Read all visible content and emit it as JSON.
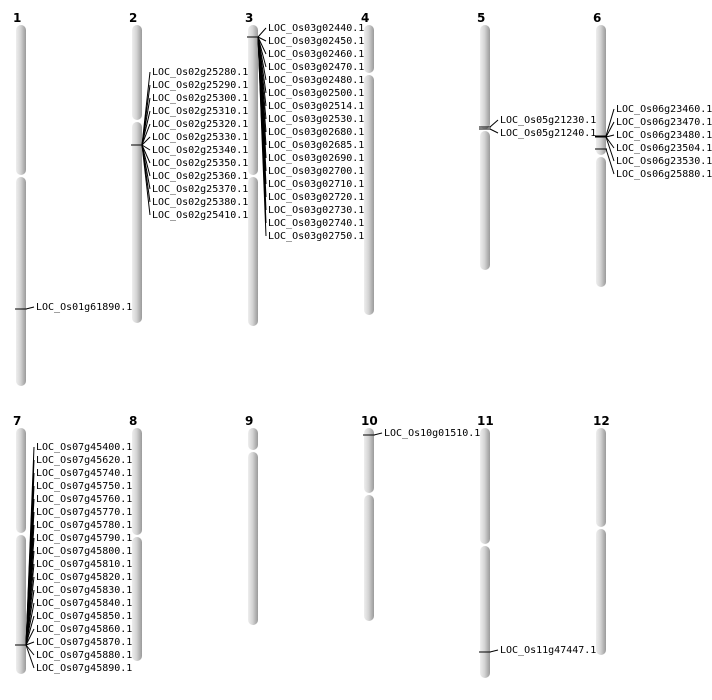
{
  "chromosomes": [
    {
      "name": "1",
      "genes": [
        {
          "id": "LOC_Os01g61890.1"
        }
      ]
    },
    {
      "name": "2",
      "genes": [
        {
          "id": "LOC_Os02g25280.1"
        },
        {
          "id": "LOC_Os02g25290.1"
        },
        {
          "id": "LOC_Os02g25300.1"
        },
        {
          "id": "LOC_Os02g25310.1"
        },
        {
          "id": "LOC_Os02g25320.1"
        },
        {
          "id": "LOC_Os02g25330.1"
        },
        {
          "id": "LOC_Os02g25340.1"
        },
        {
          "id": "LOC_Os02g25350.1"
        },
        {
          "id": "LOC_Os02g25360.1"
        },
        {
          "id": "LOC_Os02g25370.1"
        },
        {
          "id": "LOC_Os02g25380.1"
        },
        {
          "id": "LOC_Os02g25410.1"
        }
      ]
    },
    {
      "name": "3",
      "genes": [
        {
          "id": "LOC_Os03g02440.1"
        },
        {
          "id": "LOC_Os03g02450.1"
        },
        {
          "id": "LOC_Os03g02460.1"
        },
        {
          "id": "LOC_Os03g02470.1"
        },
        {
          "id": "LOC_Os03g02480.1"
        },
        {
          "id": "LOC_Os03g02500.1"
        },
        {
          "id": "LOC_Os03g02514.1"
        },
        {
          "id": "LOC_Os03g02530.1"
        },
        {
          "id": "LOC_Os03g02680.1"
        },
        {
          "id": "LOC_Os03g02685.1"
        },
        {
          "id": "LOC_Os03g02690.1"
        },
        {
          "id": "LOC_Os03g02700.1"
        },
        {
          "id": "LOC_Os03g02710.1"
        },
        {
          "id": "LOC_Os03g02720.1"
        },
        {
          "id": "LOC_Os03g02730.1"
        },
        {
          "id": "LOC_Os03g02740.1"
        },
        {
          "id": "LOC_Os03g02750.1"
        }
      ]
    },
    {
      "name": "4",
      "genes": []
    },
    {
      "name": "5",
      "genes": [
        {
          "id": "LOC_Os05g21230.1"
        },
        {
          "id": "LOC_Os05g21240.1"
        }
      ]
    },
    {
      "name": "6",
      "genes": [
        {
          "id": "LOC_Os06g23460.1"
        },
        {
          "id": "LOC_Os06g23470.1"
        },
        {
          "id": "LOC_Os06g23480.1"
        },
        {
          "id": "LOC_Os06g23504.1"
        },
        {
          "id": "LOC_Os06g23530.1"
        },
        {
          "id": "LOC_Os06g25880.1"
        }
      ]
    },
    {
      "name": "7",
      "genes": [
        {
          "id": "LOC_Os07g45400.1"
        },
        {
          "id": "LOC_Os07g45620.1"
        },
        {
          "id": "LOC_Os07g45740.1"
        },
        {
          "id": "LOC_Os07g45750.1"
        },
        {
          "id": "LOC_Os07g45760.1"
        },
        {
          "id": "LOC_Os07g45770.1"
        },
        {
          "id": "LOC_Os07g45780.1"
        },
        {
          "id": "LOC_Os07g45790.1"
        },
        {
          "id": "LOC_Os07g45800.1"
        },
        {
          "id": "LOC_Os07g45810.1"
        },
        {
          "id": "LOC_Os07g45820.1"
        },
        {
          "id": "LOC_Os07g45830.1"
        },
        {
          "id": "LOC_Os07g45840.1"
        },
        {
          "id": "LOC_Os07g45850.1"
        },
        {
          "id": "LOC_Os07g45860.1"
        },
        {
          "id": "LOC_Os07g45870.1"
        },
        {
          "id": "LOC_Os07g45880.1"
        },
        {
          "id": "LOC_Os07g45890.1"
        }
      ]
    },
    {
      "name": "8",
      "genes": []
    },
    {
      "name": "9",
      "genes": []
    },
    {
      "name": "10",
      "genes": [
        {
          "id": "LOC_Os10g01510.1"
        }
      ]
    },
    {
      "name": "11",
      "genes": [
        {
          "id": "LOC_Os11g47447.1"
        }
      ]
    },
    {
      "name": "12",
      "genes": []
    }
  ]
}
